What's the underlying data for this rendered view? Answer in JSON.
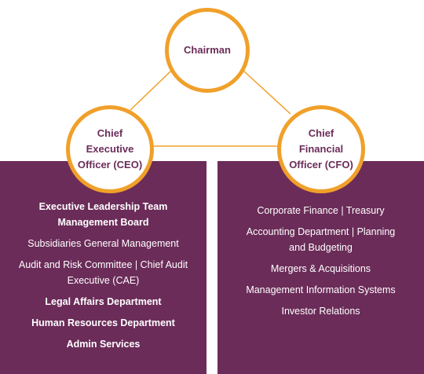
{
  "colors": {
    "panel": "#6b2c59",
    "ring": "#f0a02a",
    "connector": "#f0a02a",
    "text_dark": "#6b2c59",
    "text_light": "#ffffff"
  },
  "nodes": {
    "chairman": "Chairman",
    "ceo": "Chief\nExecutive\nOfficer (CEO)",
    "cfo": "Chief\nFinancial\nOfficer (CFO)"
  },
  "ceo_units": [
    {
      "label": "Executive Leadership Team\nManagement Board",
      "bold": true
    },
    {
      "label": "Subsidiaries General Management",
      "bold": false
    },
    {
      "label": "Audit and Risk Committee | Chief Audit\nExecutive (CAE)",
      "bold": false
    },
    {
      "label": "Legal Affairs Department",
      "bold": true
    },
    {
      "label": "Human Resources Department",
      "bold": true
    },
    {
      "label": "Admin Services",
      "bold": true
    }
  ],
  "cfo_units": [
    {
      "label": "Corporate Finance | Treasury"
    },
    {
      "label": "Accounting Department | Planning\nand Budgeting"
    },
    {
      "label": "Mergers & Acquisitions"
    },
    {
      "label": "Management Information Systems"
    },
    {
      "label": "Investor Relations"
    }
  ]
}
